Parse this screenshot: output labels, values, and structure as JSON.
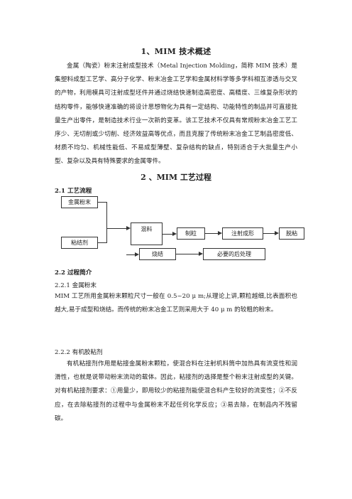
{
  "title": "1、MIM 技术概述",
  "intro": "金属（陶瓷）粉末注射成型技术（Metal Injection Molding，简称 MIM 技术）是集塑料成型工艺学、高分子化学、粉末冶金工艺学和金属材料学等多学科相互渗透与交叉的产物，利用模具可注射成型坯件并通过烧结快速制造高密度、高精度、三维复杂形状的结构零件，能够快速准确的将设计思想物化为具有一定结构、功能特性的制品并可直接批量生产出零件，是制造技术行业一次新的变革。该工艺技术不仅具有常规粉末冶金工艺工序少、无切削或少切削、经济效益高等优点，而且克服了传统粉末冶金工艺制品密度低、材质不均匀、机械性能低、不易成型薄壁、复杂结构的缺点，特别适合于大批量生产小型、复杂以及具有特殊要求的金属零件。",
  "section2_title": "2 、MIM 工艺过程",
  "sub21": "2.1 工艺流程",
  "flow": {
    "powder": "金属粉末",
    "binder": "粘结剂",
    "mixing": "混料",
    "granulate": "制粒",
    "injection": "注射成形",
    "debinding": "脱粘",
    "sintering": "烧结",
    "post": "必要的后处理"
  },
  "sub22": "2.2  过程简介",
  "sub221": "2.2.1 金属粉末",
  "powder_text": "MIM 工艺所用金属粉末颗粒尺寸一般在 0.5~20 μ m;从理论上讲,颗粒越细,比表面积也越大,易于成型和烧结。而传统的粉末冶金工艺则采用大于 40 μ m 的较粗的粉末。",
  "sub222": "2.2.2 有机胶粘剂",
  "binder_text": "有机粘接剂作用是粘接金属粉末颗粒，使混合料在注射机料筒中加热具有流变性和润滑性，也就是说带动粉末流动的载体。因此，粘接剂的选择是整个粉末注射成型的关键。对有机粘接剂要求：①用量少，即用较少的粘接剂能使混合料产生较好的流变性；②不反应，在去除粘接剂的过程中与金属粉末不起任何化学反应；③易去除，在制品内不残留碳。"
}
